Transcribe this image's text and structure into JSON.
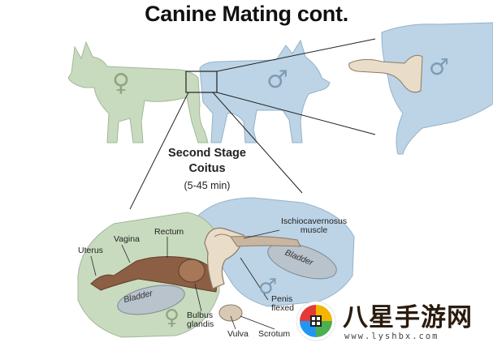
{
  "title": "Canine Mating cont.",
  "stage": {
    "line1": "Second Stage",
    "line2": "Coitus",
    "duration": "(5-45 min)"
  },
  "labels": {
    "uterus": "Uterus",
    "vagina": "Vagina",
    "rectum": "Rectum",
    "bladder_female": "Bladder",
    "bulbus_glandis": "Bulbus\nglandis",
    "vulva": "Vulva",
    "scrotum": "Scrotum",
    "ischio": "Ischiocavernosus\nmuscle",
    "bladder_male": "Bladder",
    "penis_flex": "Penis\nflexed"
  },
  "symbols": {
    "female": "♀",
    "male": "♂"
  },
  "watermark": {
    "text": "八星手游网",
    "url": "www.lyshbx.com"
  },
  "colors": {
    "female_dog": "#c9dbbf",
    "male_dog": "#bcd4e6",
    "penis": "#e9dcc8",
    "tract": "#8c5f45",
    "bladder": "#b9c3cc"
  }
}
